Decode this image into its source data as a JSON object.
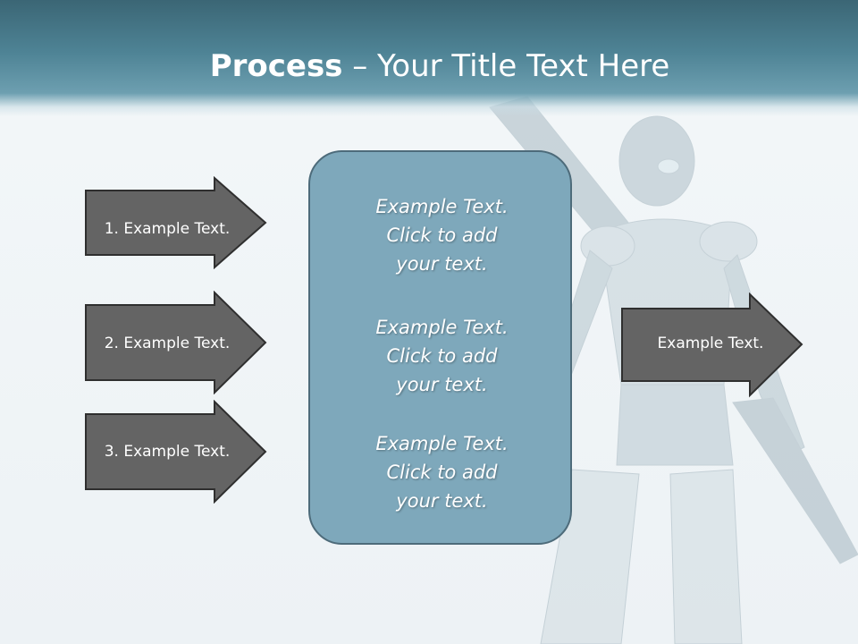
{
  "header": {
    "title_bold": "Process",
    "title_rest": " – Your Title Text Here"
  },
  "left_arrows": [
    {
      "label": "1. Example Text."
    },
    {
      "label": "2. Example Text."
    },
    {
      "label": "3. Example Text."
    }
  ],
  "center_box": {
    "paragraphs": [
      {
        "text": "Example Text.\nClick  to add\nyour text."
      },
      {
        "text": "Example Text.\nClick  to add\nyour text."
      },
      {
        "text": "Example Text.\nClick  to add\nyour text."
      }
    ]
  },
  "right_arrow": {
    "label": "Example Text."
  },
  "colors": {
    "arrow_fill": "#646464",
    "arrow_stroke": "#2f2f2f",
    "box_fill": "#7ea8bb",
    "header": "#4e8395"
  },
  "background_image": {
    "icon": "robot-figure"
  }
}
